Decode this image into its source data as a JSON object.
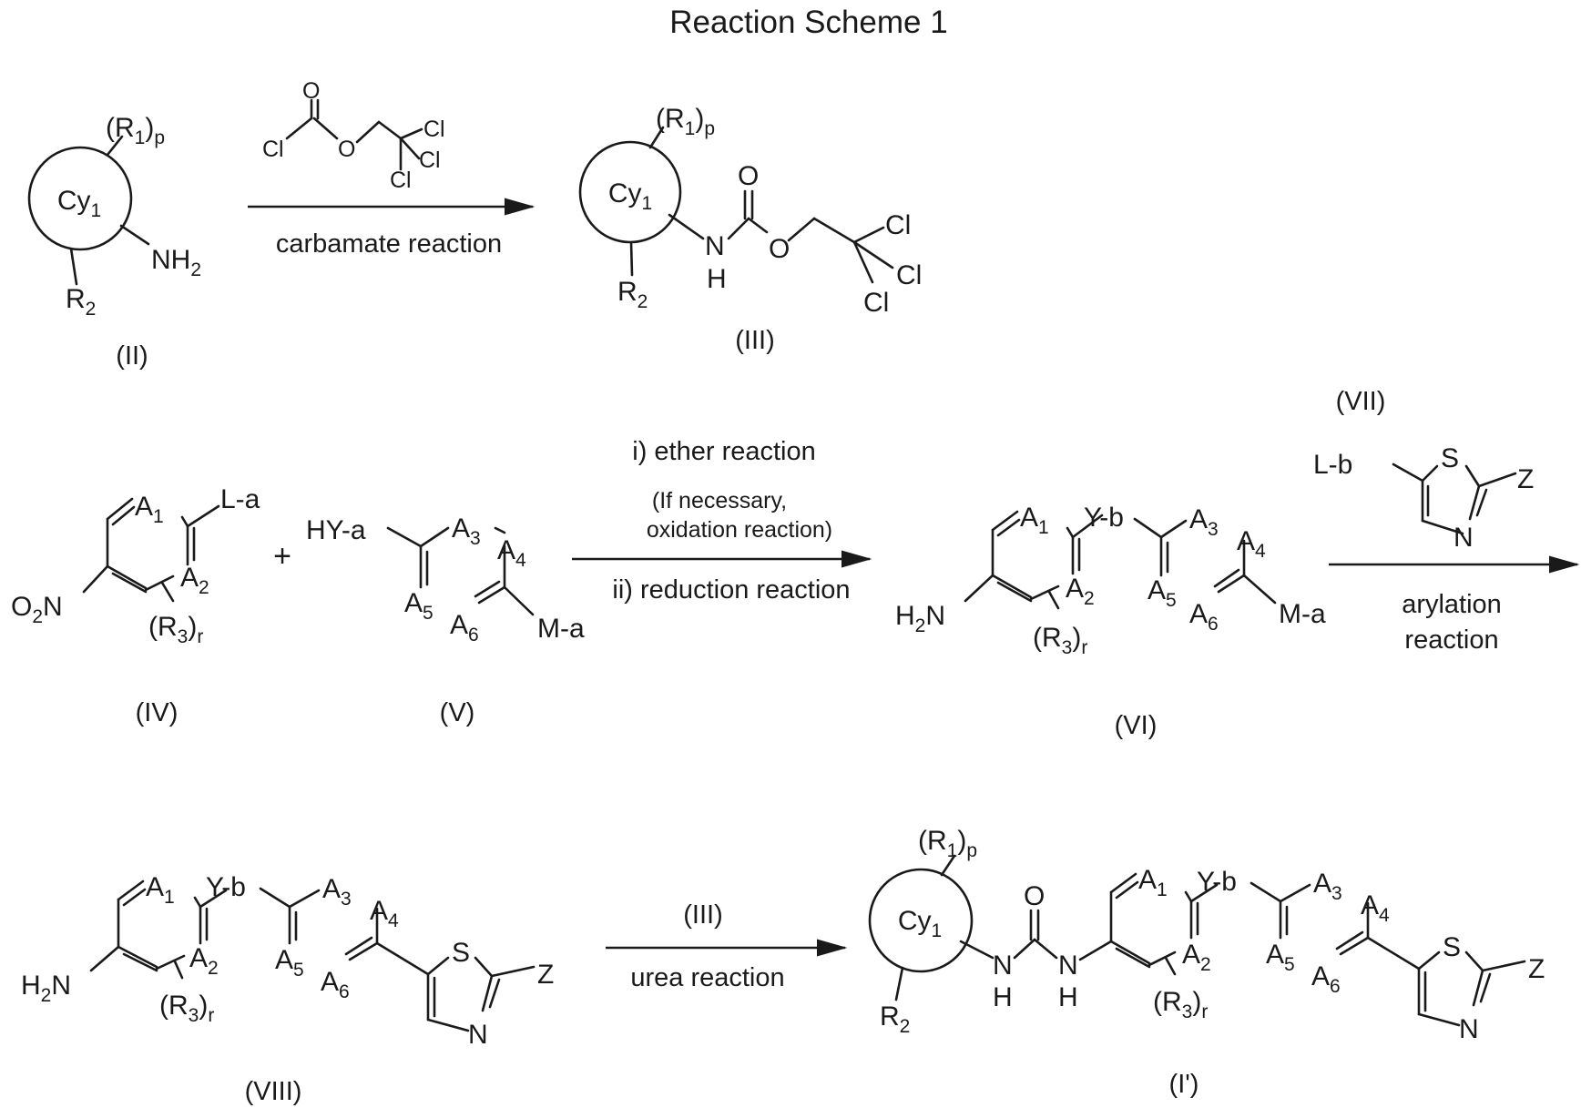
{
  "title": "Reaction Scheme 1",
  "compounds": {
    "II": "(II)",
    "III": "(III)",
    "IV": "(IV)",
    "V": "(V)",
    "VI": "(VI)",
    "VII": "(VII)",
    "VIII": "(VIII)",
    "I_prime": "(I')"
  },
  "conditions": {
    "carbamate": "carbamate reaction",
    "ether": "i) ether reaction",
    "oxidation_1": "(If necessary,",
    "oxidation_2": "oxidation reaction)",
    "reduction": "ii) reduction reaction",
    "arylation_1": "arylation",
    "arylation_2": "reaction",
    "urea_reagent": "(III)",
    "urea": "urea reaction"
  },
  "plus": "+",
  "atoms": {
    "cy": "Cy",
    "one": "1",
    "two": "2",
    "three": "3",
    "four": "4",
    "five": "5",
    "six": "6",
    "R": "R",
    "p": "p",
    "r": "r",
    "A": "A",
    "NH": "NH",
    "N": "N",
    "H": "H",
    "O": "O",
    "Cl": "Cl",
    "S": "S",
    "Z": "Z",
    "La": "L-a",
    "Lb": "L-b",
    "HYa": "HY-a",
    "Ma": "M-a",
    "Yb": "Y-b",
    "O2N": "O",
    "open": "(",
    "close": ")"
  }
}
